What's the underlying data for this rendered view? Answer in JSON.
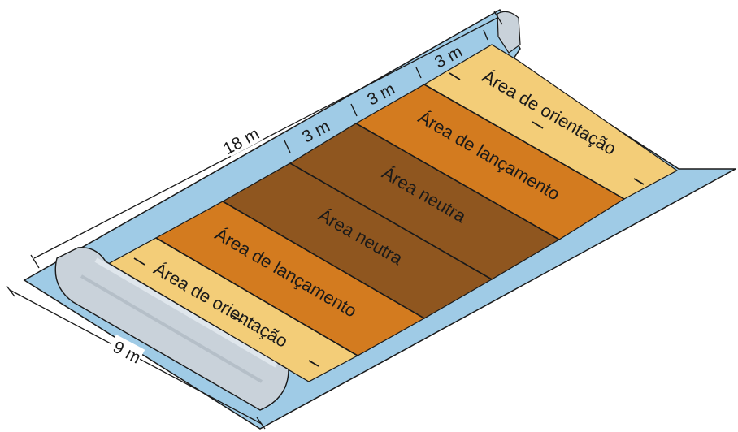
{
  "diagram": {
    "dimensions": {
      "length": "18 m",
      "width": "9 m",
      "zone_depth_1": "3 m",
      "zone_depth_2": "3 m",
      "zone_depth_3": "3 m"
    },
    "zones": [
      {
        "label": "Área de orientação",
        "color": "#f3cd78"
      },
      {
        "label": "Área de lançamento",
        "color": "#d37b1f"
      },
      {
        "label": "Área neutra",
        "color": "#8f561f"
      },
      {
        "label": "Área neutra",
        "color": "#8f561f"
      },
      {
        "label": "Área de lançamento",
        "color": "#d37b1f"
      },
      {
        "label": "Área de orientação",
        "color": "#f3cd78"
      }
    ],
    "colors": {
      "border": "#9fcbe6",
      "goal": "#c9d2da"
    }
  }
}
